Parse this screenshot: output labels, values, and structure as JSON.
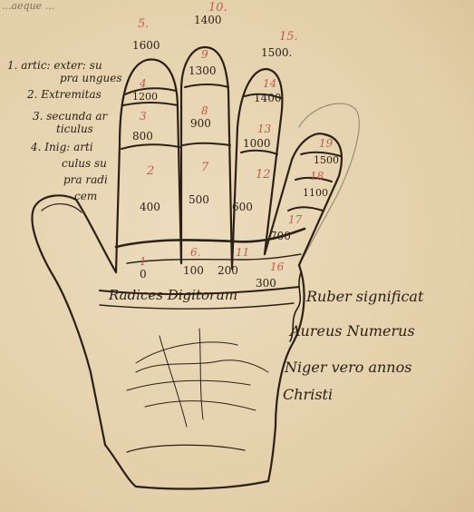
{
  "colors": {
    "paper": "#e7d6b5",
    "ink": "#2b2016",
    "red_ink": "#c45a4c"
  },
  "top_fragment": "...aeque ...",
  "left_notes": [
    "1. artic: exter: su",
    "pra ungues",
    "2. Extremitas",
    "3. secunda ar",
    "ticulus",
    "4. Inig: arti",
    "culus su",
    "pra radi",
    "cem"
  ],
  "finger_headers": [
    {
      "red": "5.",
      "black": "1600"
    },
    {
      "red": "10.",
      "black": "1400"
    },
    {
      "red": "15.",
      "black": "1500."
    }
  ],
  "cells": [
    {
      "red": "1",
      "black": "0"
    },
    {
      "red": "2",
      "black": "400"
    },
    {
      "red": "3",
      "black": "800"
    },
    {
      "red": "4",
      "black": "1200"
    },
    {
      "red": "6.",
      "black": "100"
    },
    {
      "red": "7",
      "black": "500"
    },
    {
      "red": "8",
      "black": "900"
    },
    {
      "red": "9",
      "black": "1300"
    },
    {
      "red": "11",
      "black": "200"
    },
    {
      "red": "12",
      "black": "600"
    },
    {
      "red": "13",
      "black": "1000"
    },
    {
      "red": "14",
      "black": "1400"
    },
    {
      "red": "16",
      "black": "300"
    },
    {
      "red": "17",
      "black": "700"
    },
    {
      "red": "18",
      "black": "1100"
    },
    {
      "red": "19",
      "black": "1500"
    }
  ],
  "base_label": "Radices Digitorum",
  "right_caption": [
    "Ruber significat",
    "Aureus Numerus",
    "Niger vero annos",
    "Christi"
  ]
}
